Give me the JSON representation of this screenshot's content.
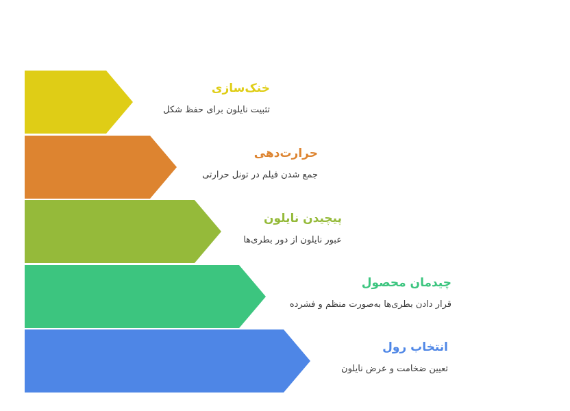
{
  "steps": [
    {
      "title": "خنک‌سازی",
      "description": "تثبیت نایلون برای حفظ شکل",
      "color": "#dfcd16"
    },
    {
      "title": "حرارت‌دهی",
      "description": "جمع شدن فیلم در تونل حرارتی",
      "color": "#dd8430"
    },
    {
      "title": "پیچیدن نایلون",
      "description": "عبور نایلون از دور بطری‌ها",
      "color": "#95ba3a"
    },
    {
      "title": "چیدمان محصول",
      "description": "قرار دادن بطری‌ها به‌صورت منظم و فشرده",
      "color": "#3cc57f"
    },
    {
      "title": "انتخاب رول",
      "description": "تعیین ضخامت و عرض نایلون",
      "color": "#4e86e6"
    }
  ]
}
